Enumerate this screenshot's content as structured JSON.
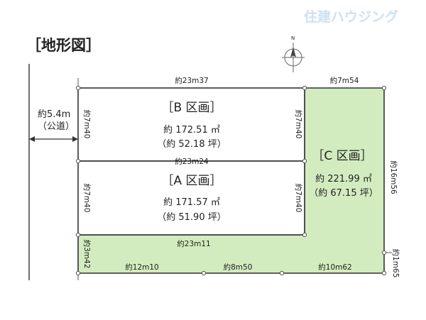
{
  "brand": "住建ハウジング",
  "title": "［地形図］",
  "road": {
    "width": "約5.4m",
    "type": "（公道）"
  },
  "lots": {
    "b": {
      "name": "［B 区画］",
      "area_m2": "約 172.51 ㎡",
      "area_tsubo": "（約 52.18 坪）"
    },
    "a": {
      "name": "［A 区画］",
      "area_m2": "約 171.57 ㎡",
      "area_tsubo": "（約 51.90 坪）"
    },
    "c": {
      "name": "［C 区画］",
      "area_m2": "約 221.99 ㎡",
      "area_tsubo": "（約 67.15 坪）"
    }
  },
  "dimensions": {
    "top_b": "約23m37",
    "top_c": "約7m54",
    "b_left": "約7m40",
    "b_right": "約7m40",
    "mid_ab": "約23m24",
    "a_left": "約7m40",
    "a_right": "約7m40",
    "bottom_a": "約23m11",
    "strip_left": "約3m42",
    "c_right": "約16m56",
    "c_right_small": "約1m65",
    "bottom_1": "約12m10",
    "bottom_2": "約8m50",
    "bottom_3": "約10m62"
  },
  "compass": {
    "label": "N"
  }
}
